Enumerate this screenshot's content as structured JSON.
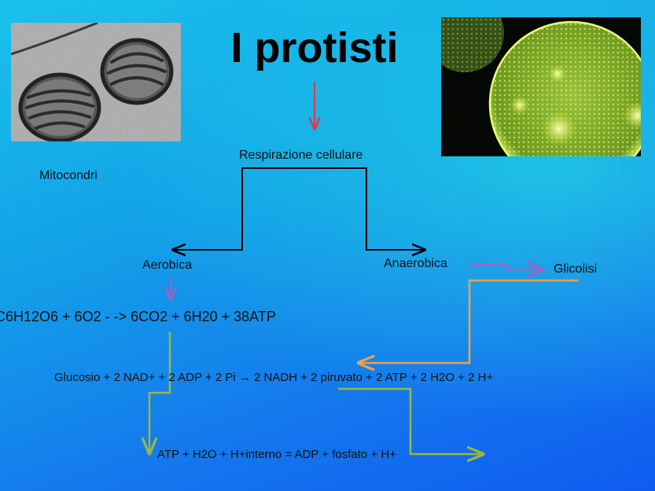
{
  "title": "I protisti",
  "labels": {
    "mitocondri": "Mitocondri",
    "respirazione": "Respirazione cellulare",
    "aerobica": "Aerobica",
    "anaerobica": "Anaerobica",
    "glicolisi": "Glicolisi"
  },
  "equations": {
    "aerobic": "C6H12O6 + 6O2  - -> 6CO2 + 6H20 + 38ATP",
    "glycolysis": "Glucosio + 2 NAD+ + 2 ADP + 2 Pi → 2 NADH + 2 piruvato + 2 ATP + 2 H2O + 2 H+",
    "atp": "ATP + H2O + H+interno = ADP + fosfato + H+"
  },
  "colors": {
    "red_arrow": "#e0364c",
    "black_line": "#000000",
    "purple_arrow": "#9b64c8",
    "orange_line": "#f0a050",
    "olive_line": "#9ab840"
  }
}
